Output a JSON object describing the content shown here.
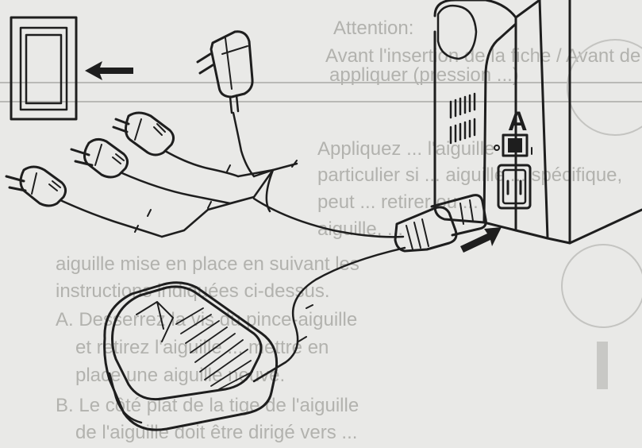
{
  "figure": {
    "label": "A",
    "showthrough_text": [
      "Attention:",
      "Avant l'insertion de la fiche / Avant de",
      "appliquer (pression ...)",
      "Appliquez ... l'aiguille",
      "particulier si ... aiguille ... spécifique,",
      "peut ... retirer ou ...",
      "aiguille, ...",
      "aiguille mise en place en suivant les",
      "instructions indiquées ci-dessus.",
      "A. Desserrez la vis du pince-aiguille",
      "et retirez l'aiguille ... mettre en",
      "place une aiguille neuve.",
      "B. Le côté plat de la tige de l'aiguille",
      "de l'aiguille doit être dirigé vers ..."
    ]
  }
}
